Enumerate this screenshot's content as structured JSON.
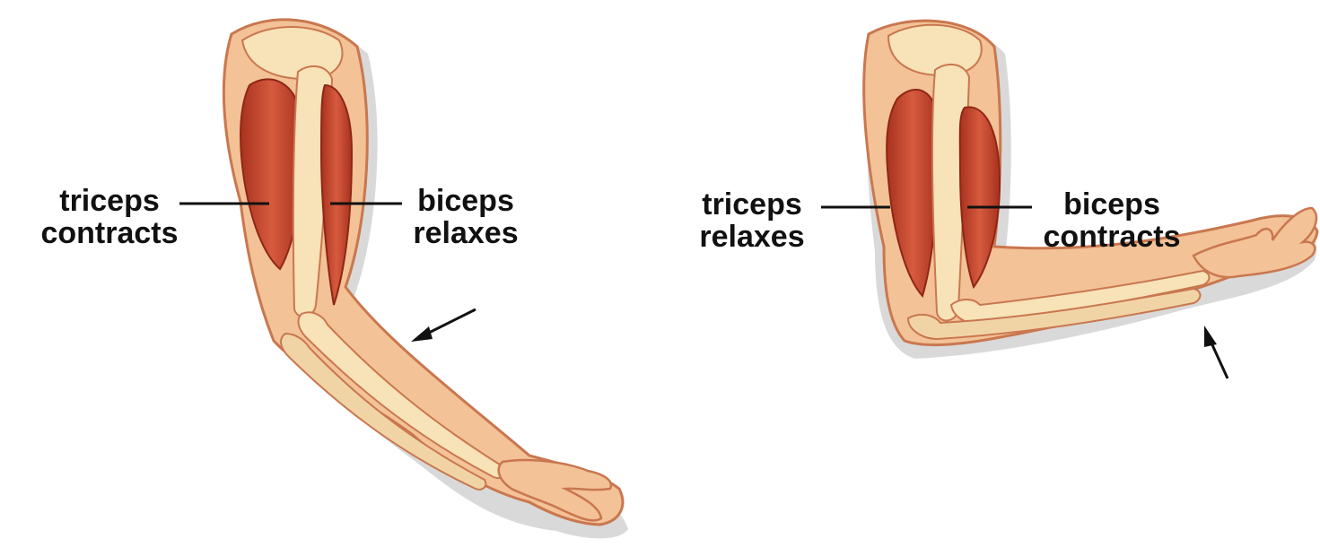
{
  "left_panel": {
    "triceps_label": [
      "triceps",
      "contracts"
    ],
    "biceps_label": [
      "biceps",
      "relaxes"
    ]
  },
  "right_panel": {
    "triceps_label": [
      "triceps",
      "relaxes"
    ],
    "biceps_label": [
      "biceps",
      "contracts"
    ]
  },
  "colors": {
    "skin": "#f6c99a",
    "skin_edge": "#d9835a",
    "bone": "#f8e2b8",
    "muscle": "#c8402a",
    "muscle_dark": "#9e2a18",
    "shadow": "#a8a8a8",
    "text": "#111111"
  }
}
